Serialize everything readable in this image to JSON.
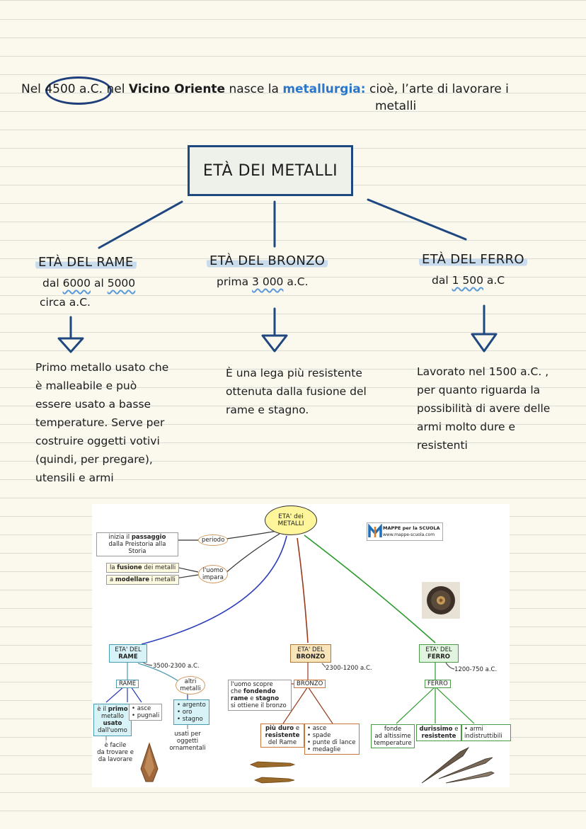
{
  "intro": {
    "prefix": "Nel ",
    "date": "4500 a.C.",
    "mid1": " nel ",
    "place": "Vicino Oriente",
    "mid2": " nasce la ",
    "keyword": "metallurgia:",
    "rest1": " cioè, l’arte di lavorare i",
    "rest2": "metalli"
  },
  "title": "ETÀ DEI METALLI",
  "ages": [
    {
      "title": "ETÀ DEL RAME",
      "date_pre": "dal ",
      "date_a": "6000",
      "date_mid": " al ",
      "date_b": "5000",
      "date_line2": "circa a.C.",
      "description": [
        "Primo metallo usato che",
        "è malleabile e può",
        "essere usato a basse",
        "temperature. Serve per",
        "costruire oggetti votivi",
        "(quindi, per pregare),",
        "utensili e armi"
      ]
    },
    {
      "title": "ETÀ DEL BRONZO",
      "date_pre": "prima ",
      "date_a": "3 000",
      "date_post": " a.C.",
      "description": [
        "È una lega più resistente",
        "ottenuta dalla fusione del",
        "rame e stagno."
      ]
    },
    {
      "title": "ETÀ DEL FERRO",
      "date_pre": "dal ",
      "date_a": "1 500",
      "date_post": " a.C",
      "description": [
        "Lavorato nel 1500 a.C. ,",
        "per quanto riguarda la",
        "possibilità di avere delle",
        "armi molto dure e",
        "resistenti"
      ]
    }
  ],
  "concept_map": {
    "root": [
      "ETA' dei",
      "METALLI"
    ],
    "logo_title": "MAPPE per la SCUOLA",
    "logo_url": "www.mappe-scuola.com",
    "periodo": "periodo",
    "passaggio": [
      "inizia il ",
      "passaggio",
      "dalla Preistoria alla Storia"
    ],
    "uomo_impara": [
      "l'uomo",
      "impara"
    ],
    "fusione": [
      "la ",
      "fusione",
      " dei metalli"
    ],
    "modellare": [
      "a ",
      "modellare",
      " i metalli"
    ],
    "rame": {
      "title": [
        "ETA' DEL",
        "RAME"
      ],
      "date": "3500-2300 a.C.",
      "tag": "RAME",
      "altri": [
        "altri",
        "metalli"
      ],
      "primo": [
        "è il ",
        "primo",
        "metallo",
        "usato",
        "dall'uomo"
      ],
      "uses": [
        "• asce",
        "• pugnali"
      ],
      "metals": [
        "• argento",
        "• oro",
        "• stagno"
      ],
      "facile": [
        "è facile",
        "da trovare e",
        "da lavorare"
      ],
      "usati": [
        "usati per",
        "oggetti",
        "ornamentali"
      ]
    },
    "bronzo": {
      "title": [
        "ETA' DEL",
        "BRONZO"
      ],
      "date": "2300-1200 a.C.",
      "tag": "BRONZO",
      "scoperta": [
        "l'uomo scopre",
        "che ",
        "fondendo",
        "rame",
        " e ",
        "stagno",
        "si ottiene il bronzo"
      ],
      "duro": [
        "più duro",
        " e",
        "resistente",
        "del Rame"
      ],
      "uses": [
        "• asce",
        "• spade",
        "• punte di lance",
        "• medaglie"
      ]
    },
    "ferro": {
      "title": [
        "ETA' DEL",
        "FERRO"
      ],
      "date": "1200-750 a.C.",
      "tag": "FERRO",
      "fonde": [
        "fonde",
        "ad altissime",
        "temperature"
      ],
      "durissimo": [
        "durissimo",
        " e",
        "resistente"
      ],
      "uses": [
        "• armi",
        "indistruttibili"
      ]
    }
  }
}
